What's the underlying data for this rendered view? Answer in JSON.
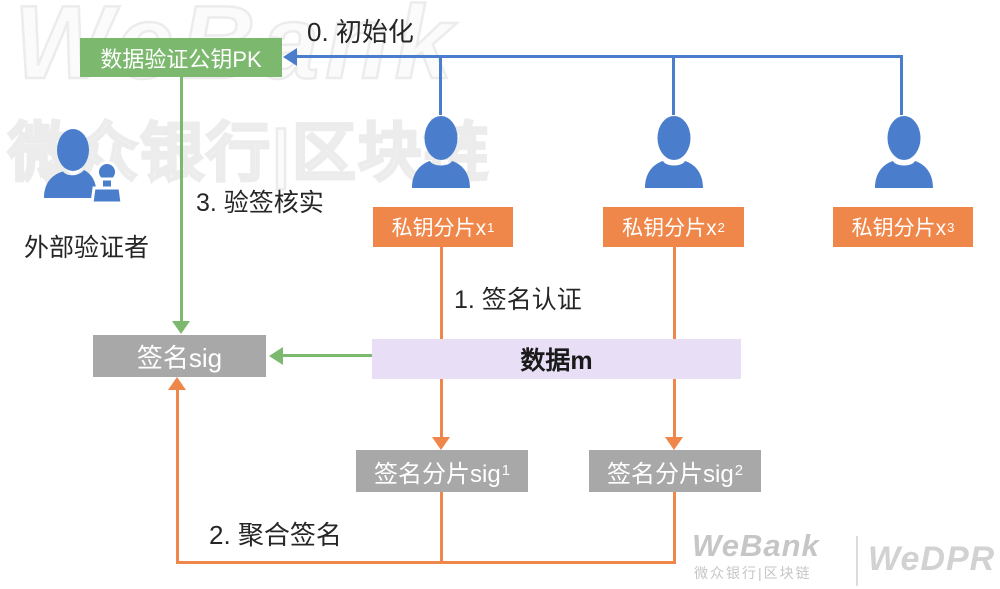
{
  "watermark": {
    "line1": "WeBank",
    "line2": "微众银行|区块链"
  },
  "steps": {
    "init": "0. 初始化",
    "sign": "1. 签名认证",
    "aggregate": "2. 聚合签名",
    "verify": "3. 验签核实"
  },
  "nodes": {
    "public_key": "数据验证公钥PK",
    "verifier": "外部验证者",
    "signature": "签名sig",
    "data": "数据m",
    "key_shards": [
      {
        "base": "私钥分片x",
        "sub": "1"
      },
      {
        "base": "私钥分片x",
        "sub": "2"
      },
      {
        "base": "私钥分片x",
        "sub": "3"
      }
    ],
    "sig_shards": [
      {
        "base": "签名分片sig",
        "sub": "1"
      },
      {
        "base": "签名分片sig",
        "sub": "2"
      }
    ]
  },
  "footer": {
    "brand": "WeBank",
    "brand_sub": "微众银行|区块链",
    "product": "WeDPR"
  },
  "colors": {
    "green": "#7CB96F",
    "orange": "#F0874A",
    "blue": "#4A7ECC",
    "gray_box": "#A8A8A8",
    "purple": "#E8DFF6",
    "watermark_stroke": "#ECECEC",
    "footer_gray": "#C6C6C6"
  }
}
